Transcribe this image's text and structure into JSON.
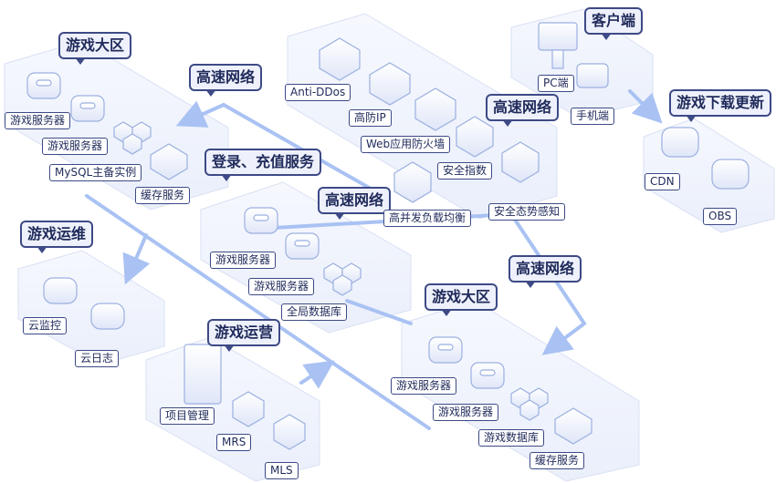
{
  "callouts": {
    "zone_top_left": "游戏大区",
    "network_1": "高速网络",
    "customer": "客户端",
    "network_2": "高速网络",
    "download": "游戏下载更新",
    "login": "登录、充值服务",
    "network_3": "高速网络",
    "ops": "游戏运维",
    "network_4": "高速网络",
    "zone_bottom": "游戏大区",
    "operation": "游戏运营"
  },
  "labels": {
    "zone_a_server_1": "游戏服务器",
    "zone_a_server_2": "游戏服务器",
    "zone_a_mysql": "MySQL主备实例",
    "zone_a_cache": "缓存服务",
    "anti_ddos": "Anti-DDos",
    "high_defense_ip": "高防IP",
    "waf": "Web应用防火墙",
    "security_index": "安全指数",
    "situation_awareness": "安全态势感知",
    "load_balance": "高并发负载均衡",
    "pc": "PC端",
    "mobile": "手机端",
    "cdn": "CDN",
    "obs": "OBS",
    "login_server_1": "游戏服务器",
    "login_server_2": "游戏服务器",
    "global_db": "全局数据库",
    "cloud_monitor": "云监控",
    "cloud_log": "云日志",
    "project_mgmt": "项目管理",
    "mrs": "MRS",
    "mls": "MLS",
    "zone_b_server_1": "游戏服务器",
    "zone_b_server_2": "游戏服务器",
    "zone_b_db": "游戏数据库",
    "zone_b_cache": "缓存服务"
  },
  "colors": {
    "connector": "#a9c2f3",
    "callout_border": "#3d4a86",
    "platform_edge": "#d8e0f3"
  }
}
